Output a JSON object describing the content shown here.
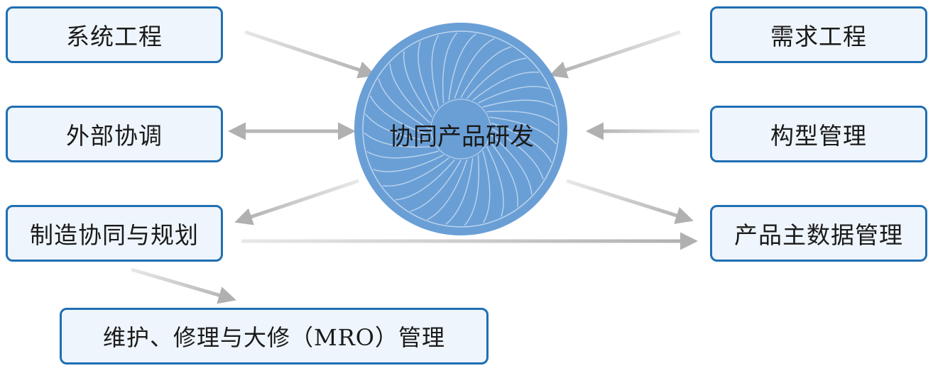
{
  "center": {
    "label": "协同产品研发"
  },
  "boxes": {
    "systems_engineering": "系统工程",
    "external_coordination": "外部协调",
    "manufacturing_planning": "制造协同与规划",
    "requirements_engineering": "需求工程",
    "configuration_management": "构型管理",
    "product_master_data": "产品主数据管理",
    "mro": "维护、修理与大修（MRO）管理"
  },
  "colors": {
    "box_border": "#1f6fb2",
    "box_fill": "#eef5fc",
    "hub_fill": "#6a9fd6",
    "arrow": "#b8b8b8"
  },
  "icons": {
    "hub": "turbine-fan-icon"
  }
}
